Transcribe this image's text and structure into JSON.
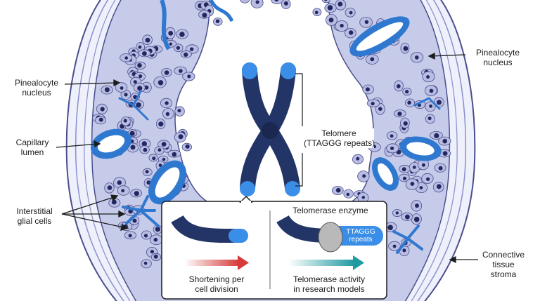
{
  "labels": {
    "pinealocyte_nucleus_left": [
      "Pinealocyte",
      "nucleus"
    ],
    "pinealocyte_nucleus_right": [
      "Pinealocyte",
      "nucleus"
    ],
    "capillary_lumen": [
      "Capillary",
      "lumen"
    ],
    "interstitial_glial_cells": [
      "Interstitial",
      "glial cells"
    ],
    "telomere": [
      "Telomere",
      "(TTAGGG repeats)"
    ],
    "connective_tissue_stroma": [
      "Connective",
      "tissue",
      "stroma"
    ]
  },
  "inset": {
    "left_caption": [
      "Shortening per",
      "cell division"
    ],
    "right_title": "Telomerase enzyme",
    "right_caption": [
      "Telomerase activity",
      "in research models"
    ],
    "repeat_tag": [
      "TTAGGG",
      "repeats"
    ]
  },
  "colors": {
    "tissue_fill": "#c7cbea",
    "cell_outline": "#4a4f8c",
    "nucleus": "#22285f",
    "capillary_blue": "#2f78d0",
    "chromosome_dark": "#233566",
    "telomere_blue": "#3b8ee8",
    "shortening_arrow": "#d63a3a",
    "activity_arrow": "#1f9aa0",
    "enzyme_gray": "#b9b9b9"
  }
}
